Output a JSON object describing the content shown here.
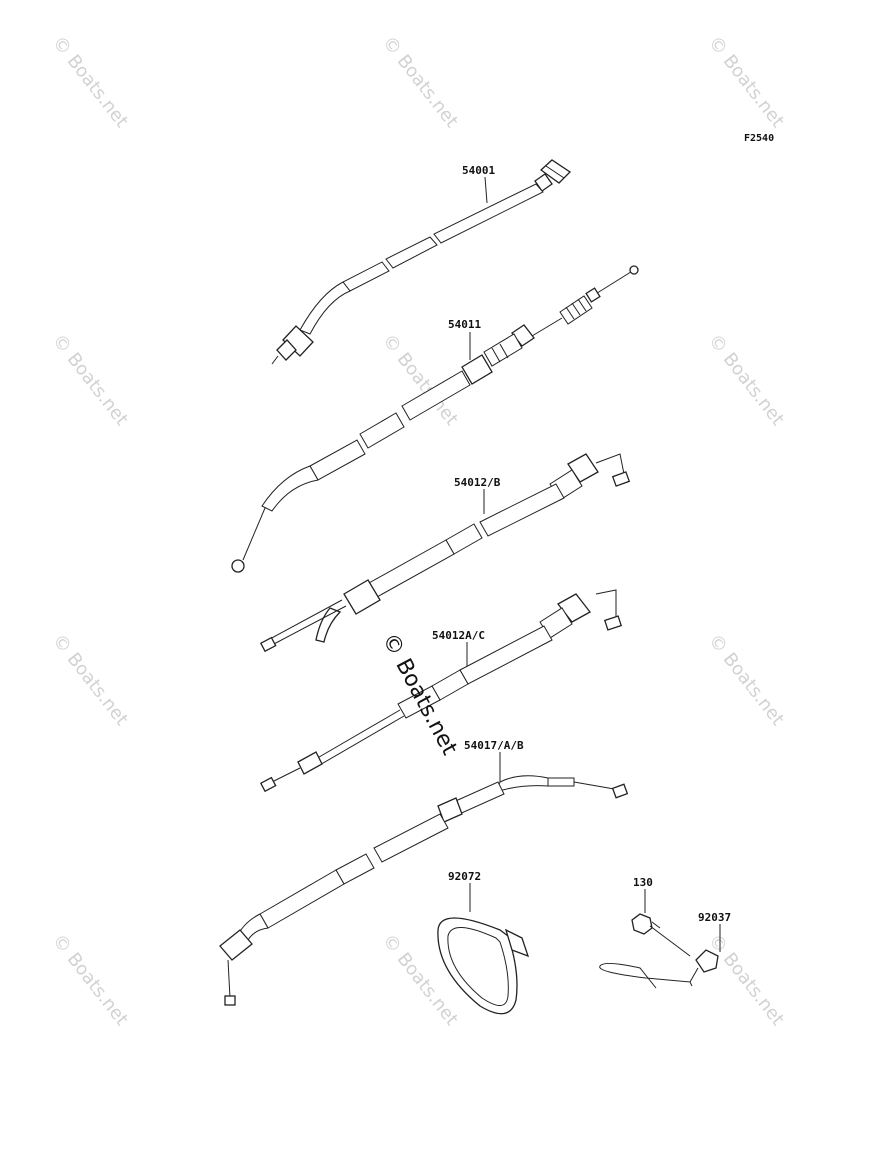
{
  "figure_id": "F2540",
  "watermark": "© Boats.net",
  "watermark_center": "© Boats.net",
  "parts": [
    {
      "number": "54001"
    },
    {
      "number": "54011"
    },
    {
      "number": "54012/B"
    },
    {
      "number": "54012A/C"
    },
    {
      "number": "54017/A/B"
    },
    {
      "number": "92072"
    },
    {
      "number": "130"
    },
    {
      "number": "92037"
    }
  ]
}
